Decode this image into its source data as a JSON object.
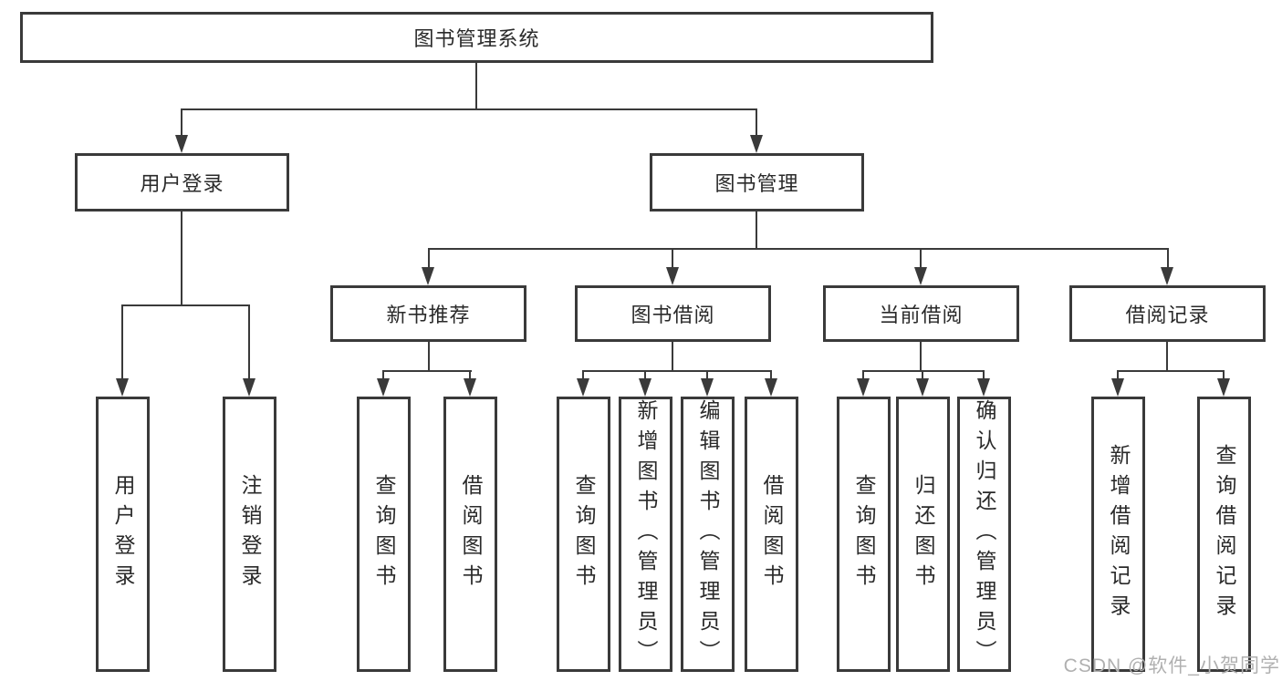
{
  "diagram": {
    "title": "图书管理系统",
    "level2": {
      "user_login": "用户登录",
      "book_mgmt": "图书管理"
    },
    "level3": {
      "new_books": "新书推荐",
      "book_borrow": "图书借阅",
      "current_borrow": "当前借阅",
      "borrow_records": "借阅记录"
    },
    "leaves": {
      "user_login": [
        "用户登录",
        "注销登录"
      ],
      "new_books": [
        "查询图书",
        "借阅图书"
      ],
      "book_borrow": [
        "查询图书",
        "新增图书（管理员）",
        "编辑图书（管理员）",
        "借阅图书"
      ],
      "current_borrow": [
        "查询图书",
        "归还图书",
        "确认归还（管理员）"
      ],
      "borrow_records": [
        "新增借阅记录",
        "查询借阅记录"
      ]
    }
  },
  "watermark": {
    "text": "CSDN @软件_小贺同学"
  },
  "colors": {
    "line": "#3a3a3a",
    "text": "#2a2a2a",
    "watermark": "#b0b0b0",
    "background": "#ffffff"
  }
}
